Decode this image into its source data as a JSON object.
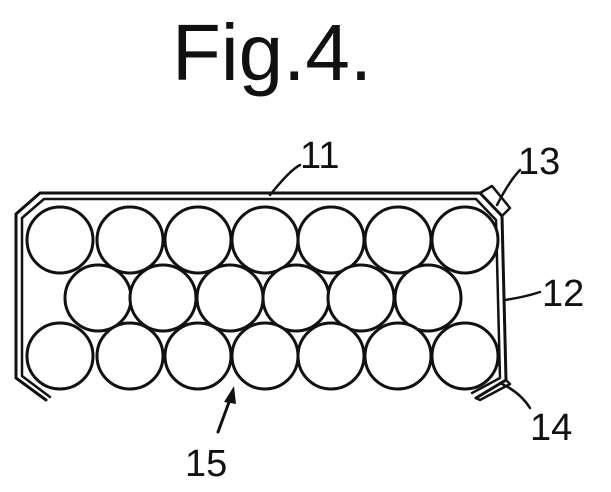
{
  "figure": {
    "title": "Fig.4.",
    "reference_numerals": {
      "container_top": "11",
      "container_side": "12",
      "upper_corner": "13",
      "lower_corner": "14",
      "base_gap": "15"
    },
    "ink_color": "#111111",
    "background_color": "#ffffff"
  }
}
